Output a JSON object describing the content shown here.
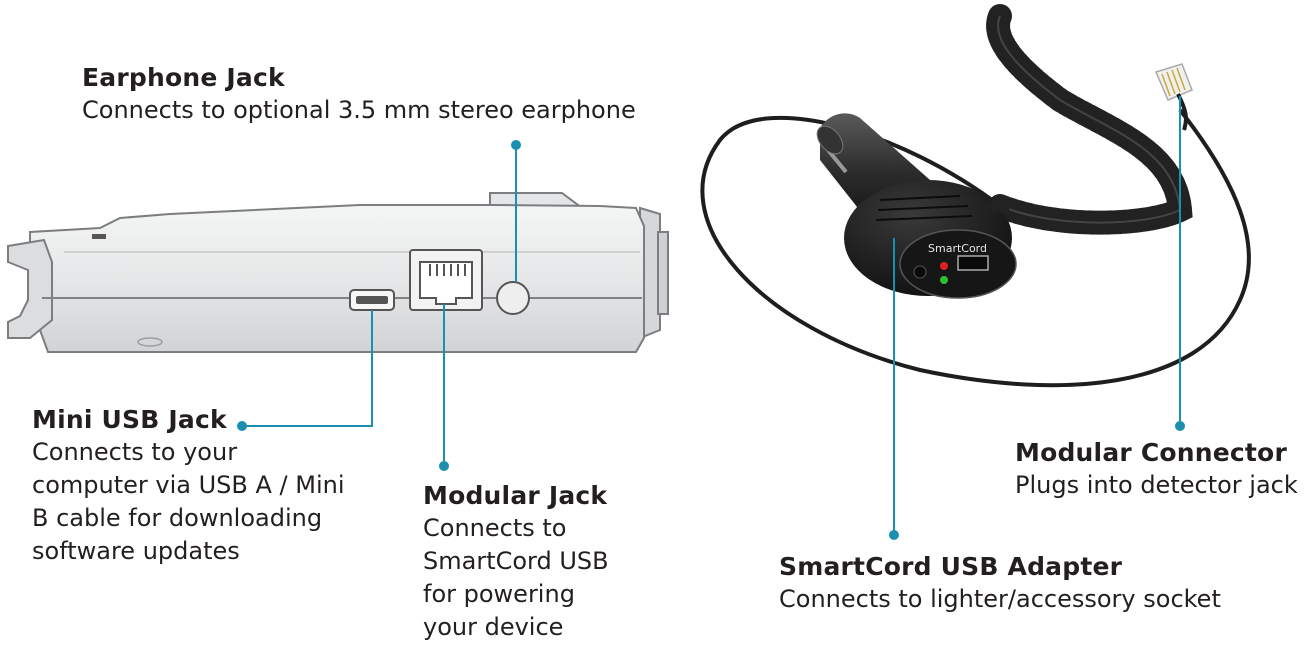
{
  "accent_color": "#1a8fb0",
  "callouts": {
    "earphone_jack": {
      "title": "Earphone Jack",
      "description": [
        "Connects to optional 3.5 mm stereo earphone"
      ]
    },
    "mini_usb_jack": {
      "title": "Mini USB Jack",
      "description": [
        "Connects to your",
        "computer via USB A / Mini",
        "B cable for downloading",
        "software updates"
      ]
    },
    "modular_jack": {
      "title": "Modular Jack",
      "description": [
        "Connects to",
        "SmartCord USB",
        "for powering",
        "your device"
      ]
    },
    "modular_connector": {
      "title": "Modular Connector",
      "description": [
        "Plugs into detector jack"
      ]
    },
    "smartcord_usb_adapter": {
      "title": "SmartCord USB Adapter",
      "description": [
        "Connects to lighter/accessory socket"
      ]
    }
  },
  "adapter_brand": "SmartCord"
}
